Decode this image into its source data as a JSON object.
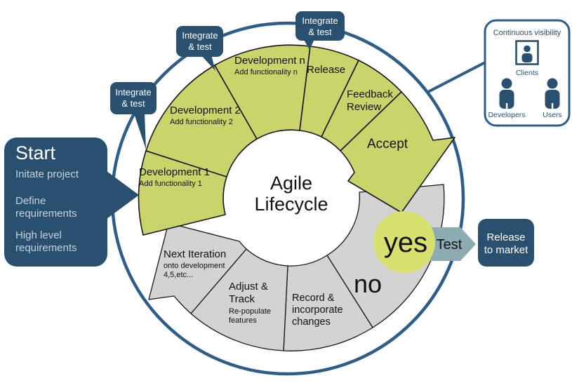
{
  "center": {
    "line1": "Agile",
    "line2": "Lifecycle"
  },
  "start": {
    "title": "Start",
    "items": [
      [
        "Initate project"
      ],
      [
        "Define",
        "requirements"
      ],
      [
        "High level",
        "requirements"
      ]
    ]
  },
  "bubbles": [
    {
      "line1": "Integrate",
      "line2": "& test"
    },
    {
      "line1": "Integrate",
      "line2": "& test"
    },
    {
      "line1": "Integrate",
      "line2": "& test"
    }
  ],
  "segments": {
    "dev1": {
      "title": "Development 1",
      "subtitle": "Add functionality 1"
    },
    "dev2": {
      "title": "Development 2",
      "subtitle": "Add functionality 2"
    },
    "devn": {
      "title": "Development n",
      "subtitle": "Add functionality n"
    },
    "release": {
      "title": "Release"
    },
    "feedback": {
      "line1": "Feedback",
      "line2": "Review"
    },
    "accept": {
      "title": "Accept"
    },
    "record": {
      "line1": "Record &",
      "line2": "incorporate",
      "line3": "changes"
    },
    "adjust": {
      "line1": "Adjust &",
      "line2": "Track",
      "sub1": "Re-populate",
      "sub2": "features"
    },
    "next_iteration": {
      "title": "Next Iteration",
      "sub1": "onto development",
      "sub2": "4,5,etc..."
    }
  },
  "decision": {
    "yes": "yes",
    "no": "no",
    "test": "Test"
  },
  "release_box": {
    "line1": "Release",
    "line2": "to market"
  },
  "visibility": {
    "title": "Continuous visibility",
    "roles": [
      "Clients",
      "Developers",
      "Users"
    ]
  },
  "colors": {
    "navy": "#2a506f",
    "circle_blue": "#2d5d88",
    "segment_green": "#c9d46b",
    "yes_green": "#d8e070",
    "segment_gray": "#d3d3d3",
    "test_teal": "#8dacb2"
  }
}
